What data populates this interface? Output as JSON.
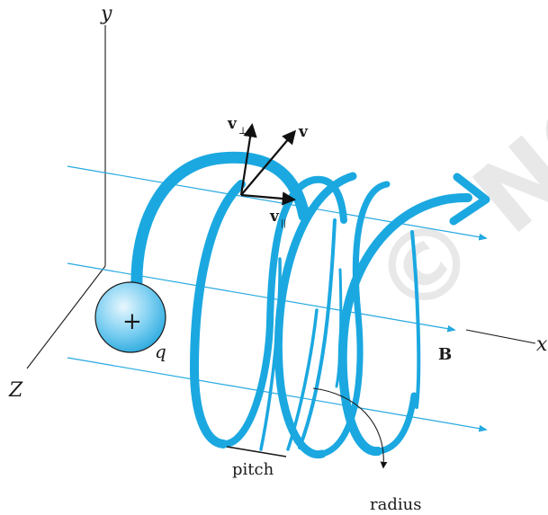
{
  "labels": {
    "y_axis": "y",
    "x_axis": "x",
    "z_axis": "Z",
    "charge_symbol": "+",
    "charge_name": "q",
    "field": "B",
    "v_total": "v",
    "v_perp_base": "v",
    "v_perp_sub": "⊥",
    "v_par_base": "v",
    "v_par_sub": "||",
    "pitch": "pitch",
    "radius": "radius"
  },
  "watermark": "© NCERT be",
  "colors": {
    "helix": "#1ba8e0",
    "field_lines": "#26a9e0",
    "axes": "#1a1a1a",
    "charge_fill": "#7fd0f2",
    "charge_stroke": "#1a1a1a",
    "watermark": "#e6e6e6"
  },
  "icons": {
    "charge": "sphere-icon"
  }
}
